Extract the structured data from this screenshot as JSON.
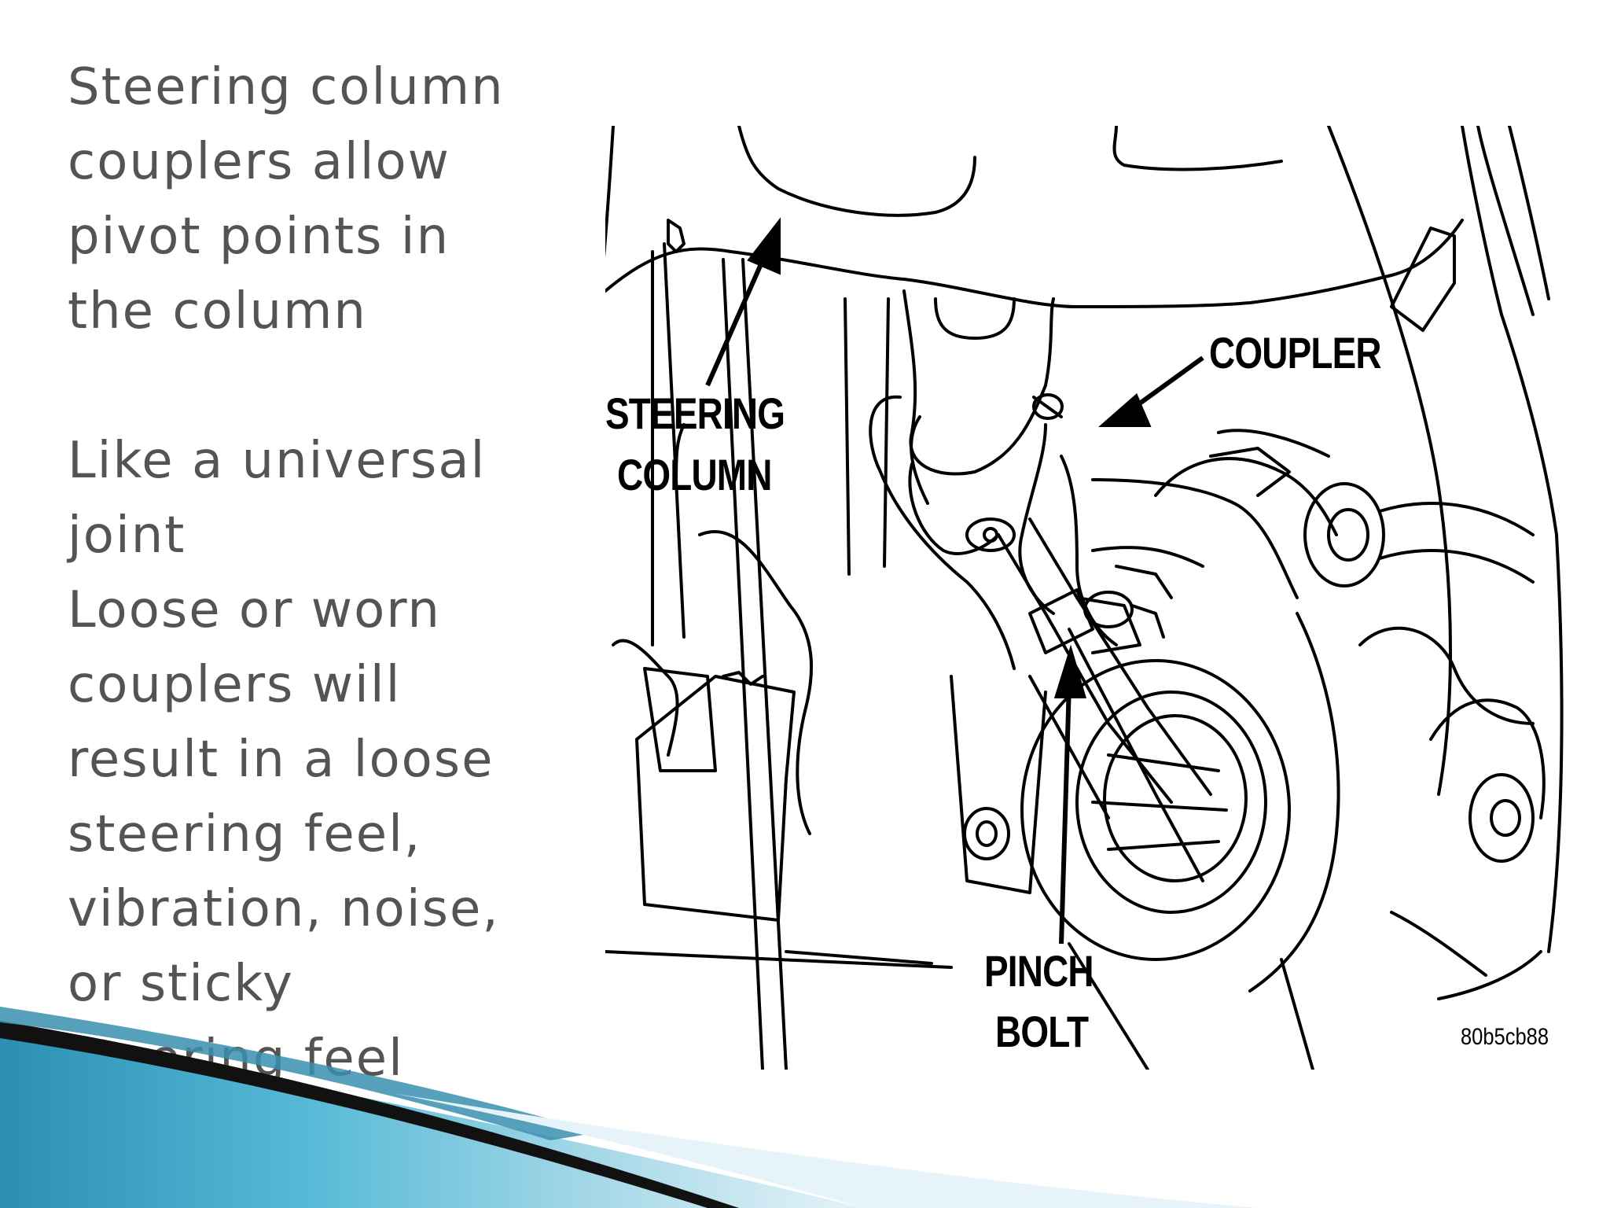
{
  "slide": {
    "text_lines": [
      "Steering column",
      "couplers allow",
      "pivot points in",
      "the column",
      "",
      "Like a universal",
      "joint",
      "Loose or worn",
      "couplers will",
      "result in a loose",
      "steering feel,",
      "vibration, noise,",
      "or sticky",
      "steering feel"
    ]
  },
  "diagram": {
    "labels": {
      "steering_column_1": "STEERING",
      "steering_column_2": "COLUMN",
      "coupler": "COUPLER",
      "pinch_bolt_1": "PINCH",
      "pinch_bolt_2": "BOLT"
    },
    "figure_code": "80b5cb88"
  },
  "colors": {
    "text": "#545454",
    "swoosh_light": "#e6f3f8",
    "swoosh_blue": "#3ba7c8",
    "swoosh_dark": "#111111"
  }
}
